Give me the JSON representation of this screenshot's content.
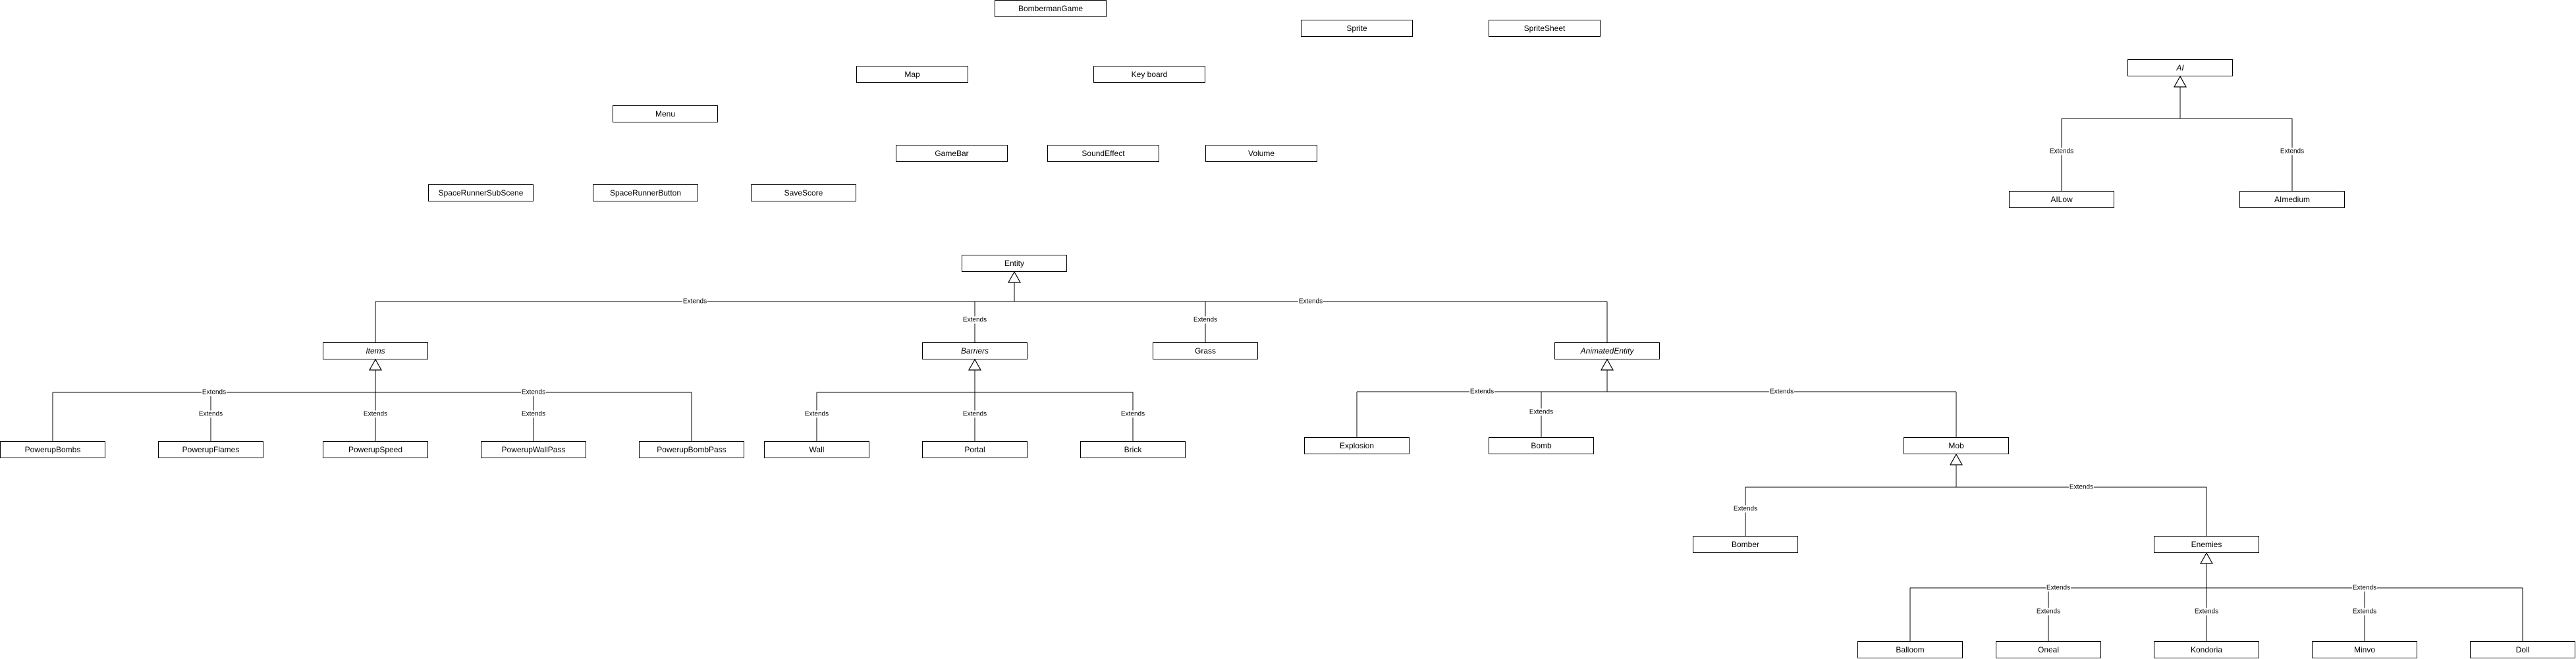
{
  "classes": {
    "bomberman_game": "BombermanGame",
    "sprite": "Sprite",
    "sprite_sheet": "SpriteSheet",
    "map": "Map",
    "keyboard": "Key board",
    "menu": "Menu",
    "ai": "AI",
    "game_bar": "GameBar",
    "sound_effect": "SoundEffect",
    "volume": "Volume",
    "space_runner_sub_scene": "SpaceRunnerSubScene",
    "space_runner_button": "SpaceRunnerButton",
    "save_score": "SaveScore",
    "ai_low": "AILow",
    "ai_medium": "AImedium",
    "entity": "Entity",
    "items": "Items",
    "barriers": "Barriers",
    "grass": "Grass",
    "animated_entity": "AnimatedEntity",
    "powerup_bombs": "PowerupBombs",
    "powerup_flames": "PowerupFlames",
    "powerup_speed": "PowerupSpeed",
    "powerup_wall_pass": "PowerupWallPass",
    "powerup_bomb_pass": "PowerupBombPass",
    "wall": "Wall",
    "portal": "Portal",
    "brick": "Brick",
    "explosion": "Explosion",
    "bomb": "Bomb",
    "mob": "Mob",
    "bomber": "Bomber",
    "enemies": "Enemies",
    "balloom": "Balloom",
    "oneal": "Oneal",
    "kondoria": "Kondoria",
    "minvo": "Minvo",
    "doll": "Doll"
  },
  "abstract_classes": [
    "ai",
    "items",
    "barriers",
    "animated_entity"
  ],
  "edge_label": "Extends",
  "inheritance": [
    {
      "parent": "ai",
      "children": [
        "ai_low",
        "ai_medium"
      ]
    },
    {
      "parent": "entity",
      "children": [
        "items",
        "barriers",
        "grass",
        "animated_entity"
      ]
    },
    {
      "parent": "items",
      "children": [
        "powerup_bombs",
        "powerup_flames",
        "powerup_speed",
        "powerup_wall_pass",
        "powerup_bomb_pass"
      ]
    },
    {
      "parent": "barriers",
      "children": [
        "wall",
        "portal",
        "brick"
      ]
    },
    {
      "parent": "animated_entity",
      "children": [
        "explosion",
        "bomb",
        "mob"
      ]
    },
    {
      "parent": "mob",
      "children": [
        "bomber",
        "enemies"
      ]
    },
    {
      "parent": "enemies",
      "children": [
        "balloom",
        "oneal",
        "kondoria",
        "minvo",
        "doll"
      ]
    }
  ]
}
